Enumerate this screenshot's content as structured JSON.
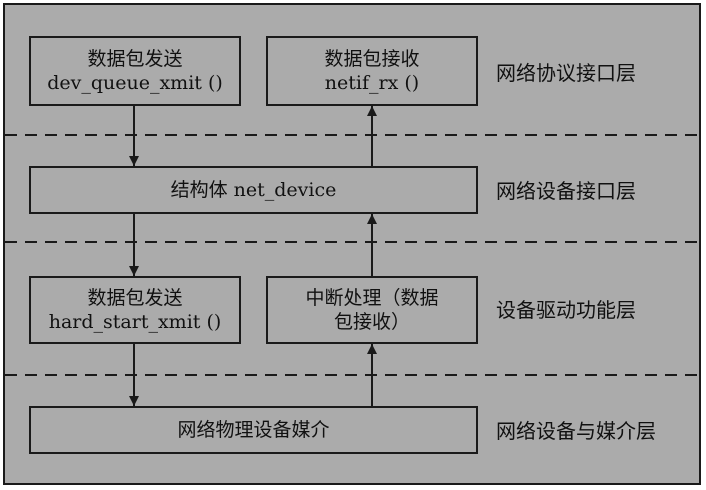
{
  "colors": {
    "background": "#ababab",
    "stroke": "#1a1a1a",
    "text": "#111111"
  },
  "layers": [
    {
      "label": "网络协议接口层"
    },
    {
      "label": "网络设备接口层"
    },
    {
      "label": "设备驱动功能层"
    },
    {
      "label": "网络设备与媒介层"
    }
  ],
  "boxes": {
    "send_packet_top": {
      "line1": "数据包发送",
      "line2": "dev_queue_xmit ()"
    },
    "receive_packet_top": {
      "line1": "数据包接收",
      "line2": "netif_rx ()"
    },
    "net_device_struct": {
      "line1": "结构体 net_device"
    },
    "send_packet_driver": {
      "line1": "数据包发送",
      "line2": "hard_start_xmit ()"
    },
    "interrupt_handler": {
      "line1": "中断处理（数据",
      "line2": "包接收）"
    },
    "physical_medium": {
      "line1": "网络物理设备媒介"
    }
  },
  "arrows": [
    {
      "from": "send_packet_top",
      "to": "net_device_struct",
      "direction": "down"
    },
    {
      "from": "net_device_struct",
      "to": "send_packet_driver",
      "direction": "down"
    },
    {
      "from": "send_packet_driver",
      "to": "physical_medium",
      "direction": "down"
    },
    {
      "from": "physical_medium",
      "to": "interrupt_handler",
      "direction": "up"
    },
    {
      "from": "interrupt_handler",
      "to": "net_device_struct",
      "direction": "up"
    },
    {
      "from": "net_device_struct",
      "to": "receive_packet_top",
      "direction": "up"
    }
  ]
}
